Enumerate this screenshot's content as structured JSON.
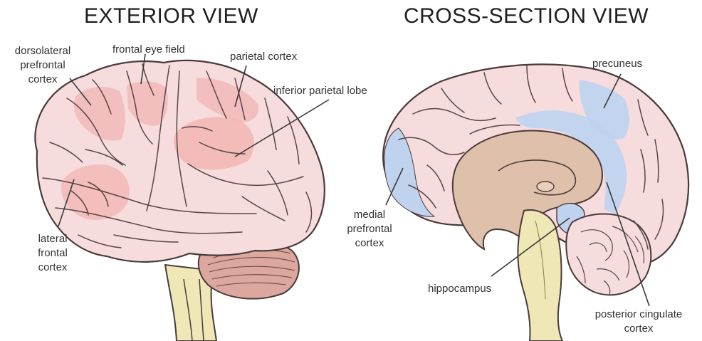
{
  "titles": {
    "exterior": "EXTERIOR VIEW",
    "cross_section": "CROSS-SECTION VIEW"
  },
  "exterior_labels": {
    "dlpfc": [
      "dorsolateral",
      "prefrontal",
      "cortex"
    ],
    "fef": "frontal eye field",
    "parietal": "parietal cortex",
    "ipl": "inferior parietal lobe",
    "lateral_frontal": [
      "lateral",
      "frontal",
      "cortex"
    ]
  },
  "cross_labels": {
    "precuneus": "precuneus",
    "mpfc": [
      "medial",
      "prefrontal",
      "cortex"
    ],
    "hippocampus": "hippocampus",
    "pcc": [
      "posterior cingulate",
      "cortex"
    ]
  },
  "colors": {
    "brain_fill": "#f6dcdd",
    "brain_outline": "#4a3a3a",
    "highlight_pink": "#f2b6b3",
    "highlight_blue": "#bfd3ee",
    "brainstem": "#f0e7b6",
    "cerebellum": "#d9aaa0",
    "corpus": "#dfc0aa"
  }
}
